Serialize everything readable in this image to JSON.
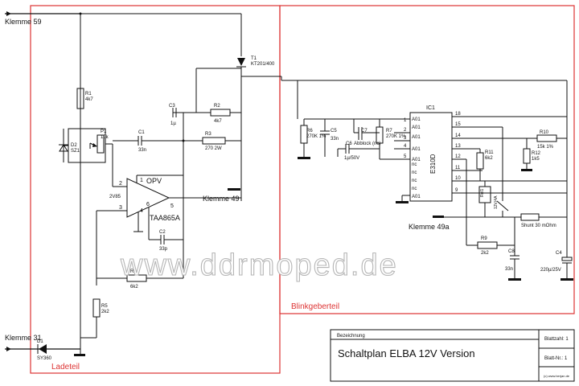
{
  "terminals": {
    "k59": "Klemme 59",
    "k31": "Klemme 31",
    "k49": "Klemme 49",
    "k49a": "Klemme 49a"
  },
  "sections": {
    "lade": "Ladeteil",
    "blink": "Blinkgeberteil"
  },
  "components": {
    "r1": "R1",
    "r1v": "4k7",
    "d2": "D2",
    "d2v": "SZ1",
    "p1": "P1",
    "p1v": "10k",
    "c1": "C1",
    "c1v": "33n",
    "c3": "C3",
    "c3v": "1µ",
    "r2": "R2",
    "r2v": "4k7",
    "r3": "R3",
    "r3v": "270 2W",
    "t1": "T1",
    "t1v": "KT201/400",
    "opv": "OPV",
    "ic_opv": "TAA865A",
    "ref": "2V85",
    "c2": "C2",
    "c2v": "33p",
    "r4": "R4",
    "r4v": "6k2",
    "r5": "R5",
    "r5v": "2k2",
    "d1": "D1",
    "d1v": "SY360",
    "r6": "R6",
    "r6v": "270K 1%",
    "c5": "C5",
    "c5v": "33n",
    "c7": "C7",
    "c7v": "Abblock (nc)",
    "c6": "C6",
    "c6v": "1µ/50V",
    "r7": "R7",
    "r7v": "270K 1%",
    "ic1": "IC1",
    "ic1v": "E310D",
    "r11": "R11",
    "r11v": "6k2",
    "r10": "R10",
    "r10v": "15k 1%",
    "r12": "R12",
    "r12v": "1k5",
    "rel": "Rel1",
    "relv": "12V/4A",
    "shunt": "Shunt 30 mOhm",
    "r9": "R9",
    "r9v": "2k2",
    "c8": "C8",
    "c8v": "33n",
    "c4": "C4",
    "c4v": "220µ/25V"
  },
  "opamp_pins": [
    "1",
    "2",
    "3",
    "4",
    "5",
    "6"
  ],
  "ic_left_pins": [
    "A01",
    "A01",
    "A01",
    "A01",
    "A01",
    "nc",
    "nc",
    "nc",
    "nc",
    "A01"
  ],
  "ic_right_pins": [
    "18",
    "15",
    "14",
    "13",
    "12",
    "11",
    "10",
    "9"
  ],
  "ic_left_numbers": [
    "1",
    "2",
    "3",
    "4",
    "5"
  ],
  "watermark": "www.ddrmoped.de",
  "titleblock": {
    "bez_label": "Bezeichnung",
    "title": "Schaltplan ELBA 12V Version",
    "blatt_zahl": "Blattzahl: 1",
    "blatt_nr": "Blatt-Nr.: 1",
    "copyright": "(c) www.berjan.de"
  }
}
